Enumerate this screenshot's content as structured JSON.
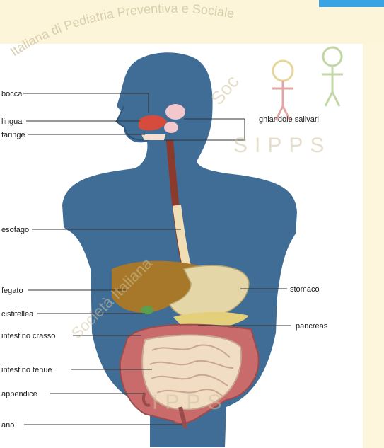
{
  "colors": {
    "background": "#fdf6dc",
    "accent": "#3aa3e3",
    "body": "#3f6d96",
    "watermark": "#cfc4a0"
  },
  "watermark": {
    "society": "Società Italiana di Pediatria Preventiva e Sociale",
    "arc_text": "Italiana di Pediatria Preventiva e Sociale",
    "acronym": "SIPPS"
  },
  "diagram": {
    "labels_left": [
      "bocca",
      "lingua",
      "faringe",
      "esofago",
      "fegato",
      "cistifellea",
      "intestino crasso",
      "intestino tenue",
      "appendice",
      "ano"
    ],
    "labels_right": [
      "ghiandole salivari",
      "stomaco",
      "pancreas"
    ]
  }
}
